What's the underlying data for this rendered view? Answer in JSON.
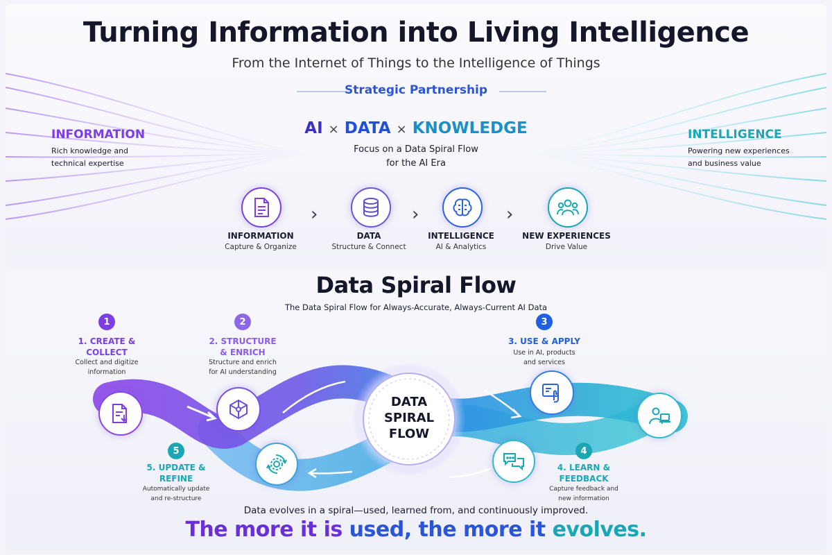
{
  "header": {
    "title": "Turning Information into Living Intelligence",
    "subtitle": "From the Internet of Things to the Intelligence of Things",
    "partnership": "Strategic Partnership"
  },
  "left_side": {
    "heading": "INFORMATION",
    "desc_1": "Rich knowledge and",
    "desc_2": "technical expertise"
  },
  "right_side": {
    "heading": "INTELLIGENCE",
    "desc_1": "Powering new experiences",
    "desc_2": "and business value"
  },
  "formula": {
    "ai": "AI",
    "x1": "×",
    "data": "DATA",
    "x2": "×",
    "knowledge": "KNOWLEDGE",
    "desc_1": "Focus on a Data Spiral Flow",
    "desc_2": "for the AI Era"
  },
  "pipeline": [
    {
      "label": "INFORMATION",
      "desc": "Capture & Organize",
      "icon": "document-icon"
    },
    {
      "label": "DATA",
      "desc": "Structure & Connect",
      "icon": "database-icon"
    },
    {
      "label": "INTELLIGENCE",
      "desc": "AI & Analytics",
      "icon": "brain-icon"
    },
    {
      "label": "NEW EXPERIENCES",
      "desc": "Drive Value",
      "icon": "people-icon"
    }
  ],
  "chevron": "›",
  "spiral": {
    "title": "Data Spiral Flow",
    "subtitle": "The Data Spiral Flow for Always-Accurate, Always-Current AI Data",
    "center_1": "DATA",
    "center_2": "SPIRAL",
    "center_3": "FLOW",
    "steps": [
      {
        "num": "1",
        "label_1": "1. CREATE &",
        "label_2": "COLLECT",
        "desc_1": "Collect and digitize",
        "desc_2": "information",
        "desc_3": ""
      },
      {
        "num": "2",
        "label_1": "2. STRUCTURE",
        "label_2": "& ENRICH",
        "desc_1": "Structure and enrich",
        "desc_2": "for AI understanding",
        "desc_3": ""
      },
      {
        "num": "3",
        "label_1": "3. USE & APPLY",
        "label_2": "",
        "desc_1": "Use in AI, products",
        "desc_2": "and services",
        "desc_3": ""
      },
      {
        "num": "4",
        "label_1": "4. LEARN &",
        "label_2": "FEEDBACK",
        "desc_1": "Capture feedback and",
        "desc_2": "new information",
        "desc_3": ""
      },
      {
        "num": "5",
        "label_1": "5. UPDATE &",
        "label_2": "REFINE",
        "desc_1": "Automatically update",
        "desc_2": "and re-structure",
        "desc_3": ""
      }
    ],
    "footer_line": "Data evolves in a spiral—used, learned from, and continuously improved.",
    "tagline_1": "The more it is ",
    "tagline_2": "used",
    "tagline_3": ", the more it ",
    "tagline_4": "evolves",
    "tagline_5": "."
  },
  "colors": {
    "purple": "#7b3fe4",
    "violet": "#8c5cf0",
    "blue": "#1f5fe0",
    "teal": "#1aa7b5",
    "dark": "#16162a"
  }
}
